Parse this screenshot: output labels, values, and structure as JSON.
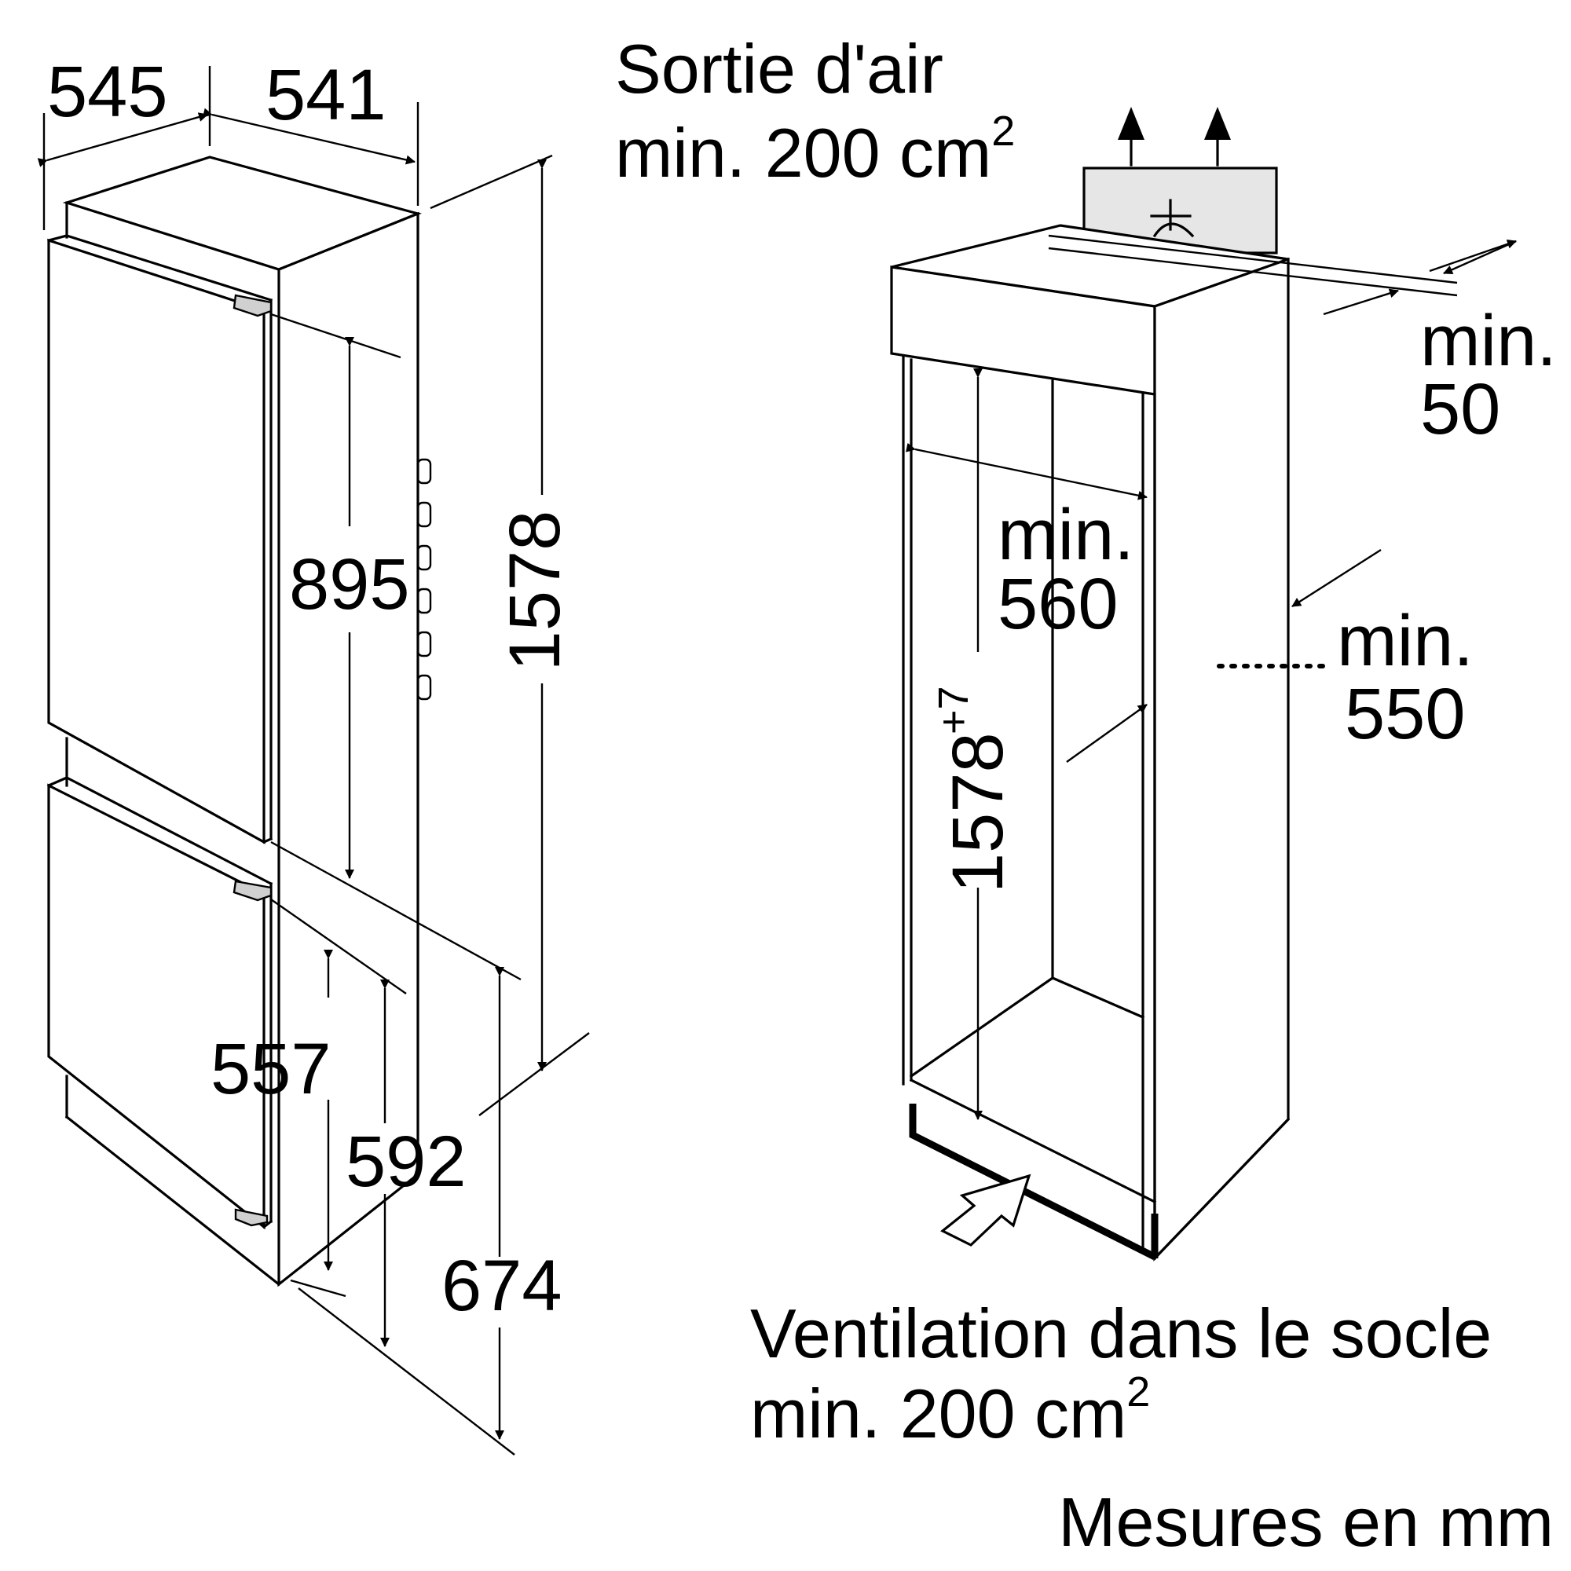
{
  "dimensions": {
    "depth": "545",
    "width": "541",
    "upper_door_height": "895",
    "total_height": "1578",
    "lower_door_height": "557",
    "lower_to_hinge": "592",
    "lower_section_height": "674",
    "niche_width_min": "min.",
    "niche_width_value": "560",
    "niche_height": "1578",
    "niche_height_tolerance": "+7",
    "niche_depth_min": "min.",
    "niche_depth_value": "550",
    "gap_min": "min.",
    "gap_value": "50"
  },
  "labels": {
    "air_outlet_line1": "Sortie d'air",
    "air_outlet_line2": "min. 200 cm",
    "air_outlet_sup": "2",
    "plinth_line1": "Ventilation dans le socle",
    "plinth_line2": "min. 200 cm",
    "plinth_sup": "2",
    "units": "Mesures en mm"
  }
}
